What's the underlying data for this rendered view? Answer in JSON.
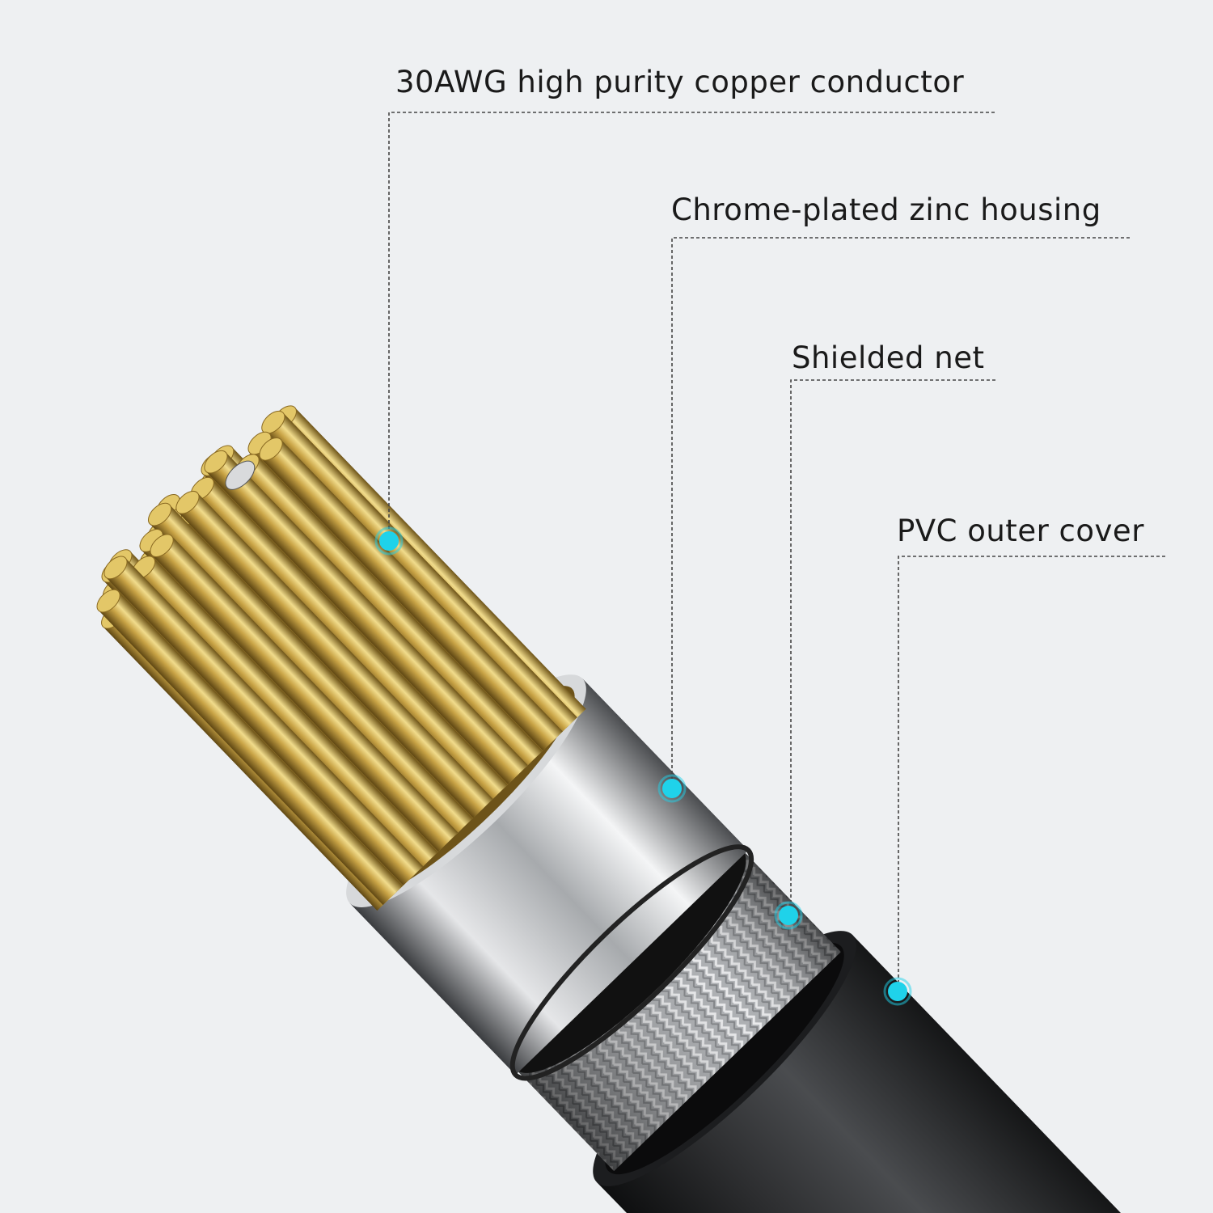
{
  "labels": {
    "conductor": "30AWG high purity copper conductor",
    "housing": "Chrome-plated zinc housing",
    "shield": "Shielded net",
    "cover": "PVC outer cover"
  },
  "colors": {
    "marker": "#1fd2ea",
    "copper": "#c9a84a",
    "chrome": "#b9bcc0",
    "pvc": "#2b2c2e",
    "background": "#eef0f2"
  }
}
